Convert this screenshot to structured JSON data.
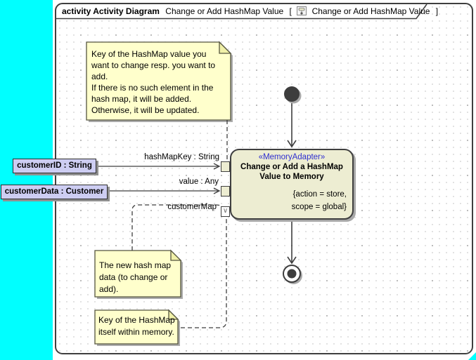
{
  "frame": {
    "title_bold": "activity Activity Diagram",
    "title_name": "Change or Add HashMap Value",
    "ref_open": "[",
    "ref_name": "Change or Add HashMap Value",
    "ref_close": "]"
  },
  "notes": [
    {
      "text": "Key of the HashMap value you\nwant to change resp. you want to\nadd.\nIf there is no such element in the\nhash map, it will be added.\nOtherwise, it will be updated."
    },
    {
      "text": "The new hash map\ndata (to change or\nadd)."
    },
    {
      "text": "Key of the HashMap\nitself within memory."
    }
  ],
  "action": {
    "stereotype": "«MemoryAdapter»",
    "name": "Change or Add a HashMap\nValue to Memory",
    "constraint": "{action = store,\nscope = global}"
  },
  "parameters": [
    {
      "label": "customerID : String"
    },
    {
      "label": "customerData : Customer"
    }
  ],
  "pin_labels": [
    {
      "label": "hashMapKey : String"
    },
    {
      "label": "value : Any"
    },
    {
      "label": "customerMap"
    }
  ],
  "pins": {
    "output_pin_glyph": "∨"
  },
  "colors": {
    "page_background": "#00FFFF",
    "note_fill": "#FFFFCC",
    "action_fill": "#EDEDD2",
    "parameter_fill": "#CDCDF2",
    "stereotype_text": "#2D2DD0",
    "line_color": "#3F3F3F",
    "node_fill": "#3D3D3D"
  }
}
